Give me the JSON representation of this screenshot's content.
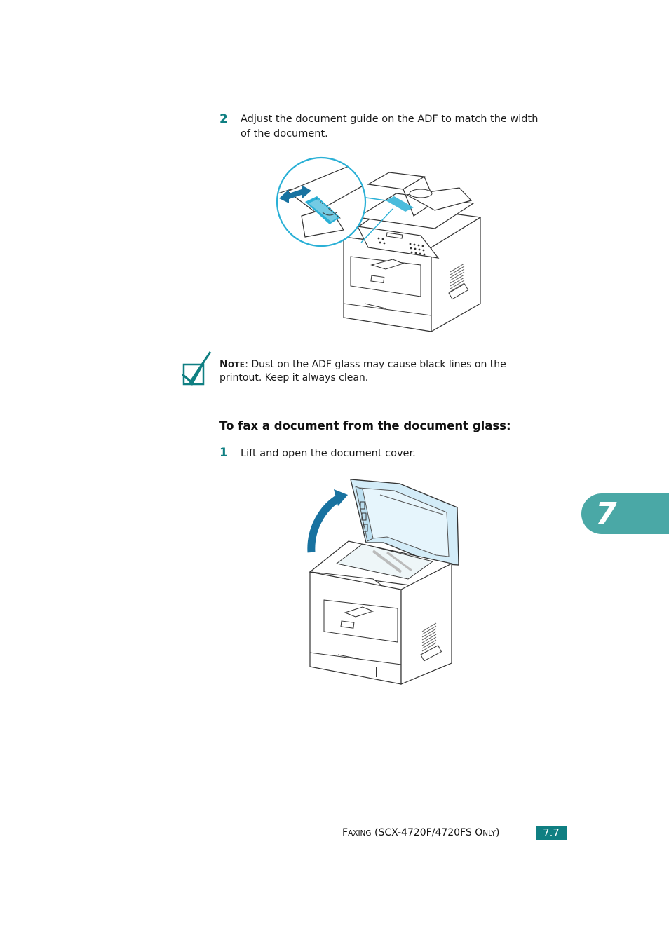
{
  "step2": {
    "number": "2",
    "line1": "Adjust the document guide on the ADF to match the width",
    "line2": "of the document."
  },
  "note": {
    "label_big": "N",
    "label_small": "OTE",
    "text_line1": ": Dust on the ADF glass may cause black lines on the",
    "text_line2": "printout. Keep it always clean."
  },
  "section_heading": "To fax a document from the document glass:",
  "step1": {
    "number": "1",
    "text": "Lift and open the document cover."
  },
  "footer": {
    "f_cap": "F",
    "f_small": "AXING",
    "middle": " (SCX-4720F/4720FS O",
    "o_small": "NLY",
    "end": ")",
    "page_number": "7.7"
  },
  "chapter_tab": "7",
  "colors": {
    "accent_teal": "#0f7f82",
    "tab_teal": "#4aa8a6",
    "highlight_cyan": "#2ab0d6",
    "glass_blue": "#d3ecf8"
  },
  "icons": {
    "note": "checkmark-icon",
    "adjust_arrow": "double-arrow-icon",
    "lift_arrow": "curved-arrow-icon"
  }
}
